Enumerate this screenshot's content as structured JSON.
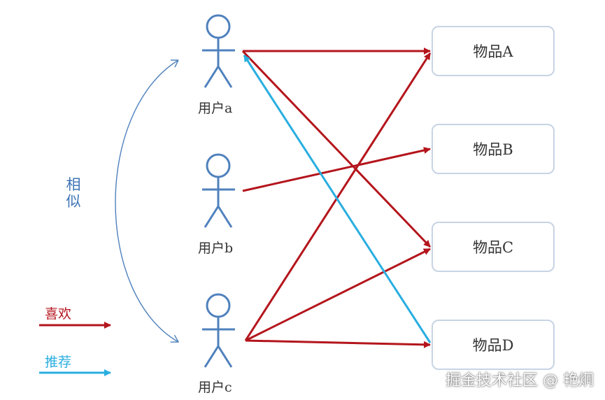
{
  "users": [
    {
      "id": "a",
      "label": "用户a"
    },
    {
      "id": "b",
      "label": "用户b"
    },
    {
      "id": "c",
      "label": "用户c"
    }
  ],
  "items": [
    {
      "id": "A",
      "label": "物品A"
    },
    {
      "id": "B",
      "label": "物品B"
    },
    {
      "id": "C",
      "label": "物品C"
    },
    {
      "id": "D",
      "label": "物品D"
    }
  ],
  "similar_label": "相似",
  "legend": {
    "like": "喜欢",
    "recommend": "推荐"
  },
  "colors": {
    "like": "#b4151c",
    "recommend": "#29aee0",
    "figure": "#4f81bd",
    "similar": "#3e74b6",
    "box_border": "#c7d4e4"
  },
  "watermark": "掘金技术社区 @ 艳炯"
}
